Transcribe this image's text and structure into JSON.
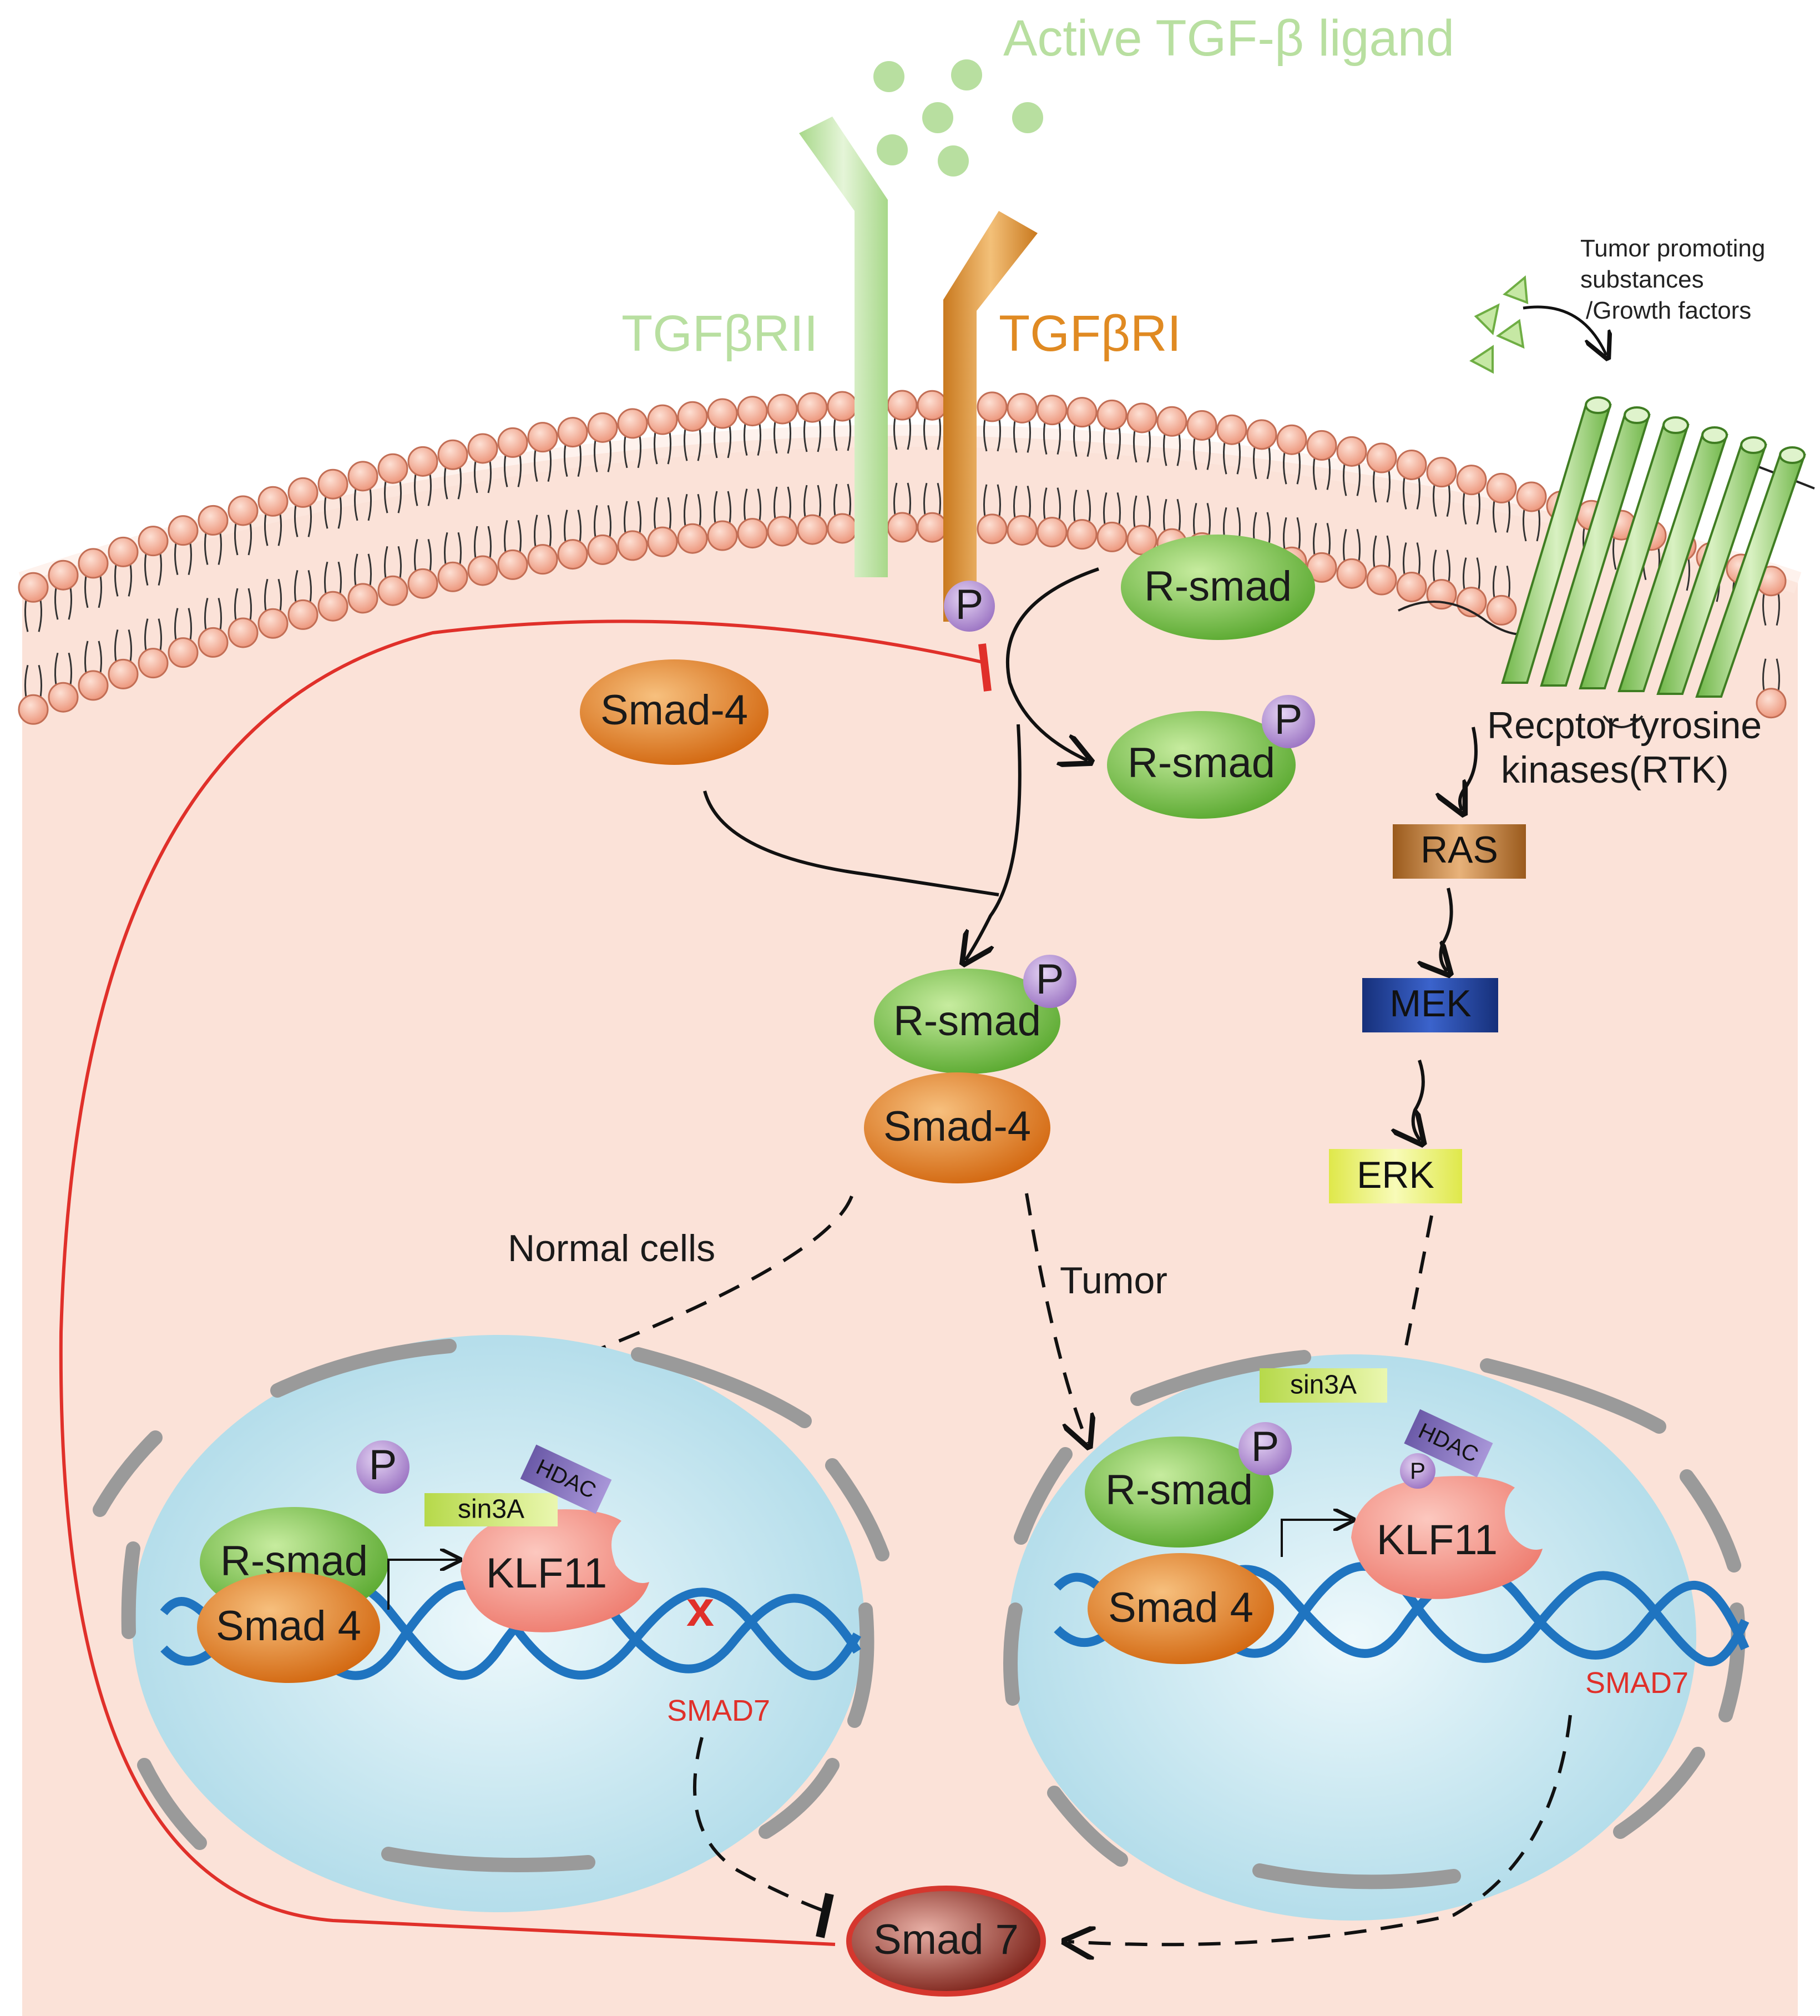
{
  "title": "Active TGF-β ligand",
  "receptors": {
    "type2": "TGFβRII",
    "type1": "TGFβRI"
  },
  "tumor_factors": [
    "Tumor promoting",
    "substances",
    "/Growth factors"
  ],
  "rtk_label": [
    "Recptor tyrosine",
    "kinases(RTK)"
  ],
  "phospho": "P",
  "molecules": {
    "rsmad": "R-smad",
    "smad4_dash": "Smad-4",
    "smad4": "Smad 4",
    "klf11": "KLF11",
    "sin3a": "sin3A",
    "hdac": "HDAC",
    "smad7_gene": "SMAD7",
    "smad7_protein": "Smad 7"
  },
  "kinases": {
    "ras": "RAS",
    "mek": "MEK",
    "erk": "ERK"
  },
  "pathways": {
    "normal": "Normal cells",
    "tumor": "Tumor"
  },
  "blocked_mark": "x",
  "colors": {
    "cytoplasm": "#fbe3da",
    "lipid_head": "#f4a88f",
    "green_protein": "#7cc14a",
    "orange_protein": "#e07a1e",
    "klf11": "#f28a80",
    "phospho": "#b48fd1",
    "nucleus": "#bfe3ef",
    "dna": "#1f74c0",
    "inhibition": "#e0302a",
    "ras": "#b06a2a",
    "mek": "#1d3fa0",
    "erk": "#e8ef5a",
    "ligand": "#b8dfa0"
  }
}
